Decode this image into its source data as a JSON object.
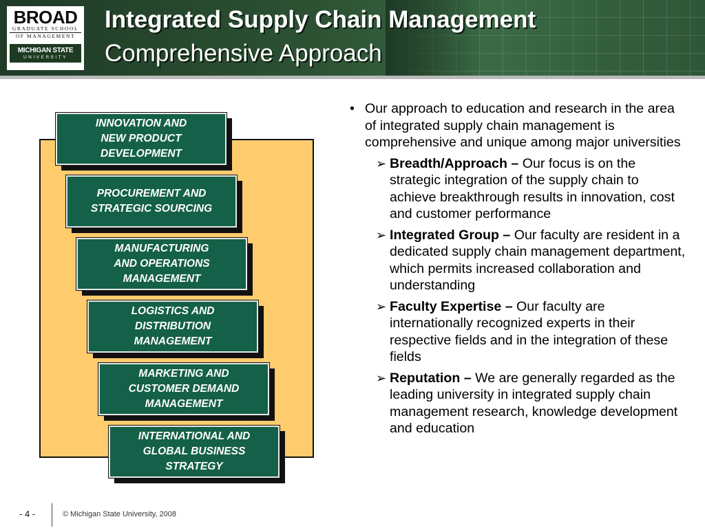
{
  "logo": {
    "broad": "BROAD",
    "graduate_school": "GRADUATE SCHOOL",
    "of_management": "OF MANAGEMENT",
    "msu_line1": "MICHIGAN STATE",
    "msu_line2": "UNIVERSITY"
  },
  "header": {
    "title": "Integrated Supply Chain Management",
    "subtitle": "Comprehensive Approach"
  },
  "diagram": {
    "boxes": [
      "INNOVATION AND\nNEW PRODUCT\nDEVELOPMENT",
      "PROCUREMENT AND\nSTRATEGIC SOURCING",
      "MANUFACTURING\nAND OPERATIONS\nMANAGEMENT",
      "LOGISTICS AND\nDISTRIBUTION\nMANAGEMENT",
      "MARKETING AND\nCUSTOMER DEMAND\nMANAGEMENT",
      "INTERNATIONAL AND\nGLOBAL BUSINESS\nSTRATEGY"
    ],
    "box_color": "#146048",
    "panel_color": "#fecb6d"
  },
  "content": {
    "bullet_symbol": "•",
    "sub_symbol": "➢",
    "intro": "Our approach to education and research in the area of integrated supply chain management is comprehensive and unique among major universities",
    "items": [
      {
        "label": "Breadth/Approach –",
        "text": " Our focus is on the strategic integration of the supply chain to achieve breakthrough results in innovation, cost and customer performance"
      },
      {
        "label": "Integrated Group –",
        "text": " Our faculty are resident in a dedicated supply chain management department, which permits increased collaboration and understanding"
      },
      {
        "label": "Faculty Expertise –",
        "text": " Our faculty are internationally recognized experts in their respective fields and in the integration of these fields"
      },
      {
        "label": "Reputation –",
        "text": " We are generally regarded as the leading university in integrated supply chain management research, knowledge development and education"
      }
    ]
  },
  "footer": {
    "page": "- 4 -",
    "copyright": "© Michigan State University, 2008"
  }
}
